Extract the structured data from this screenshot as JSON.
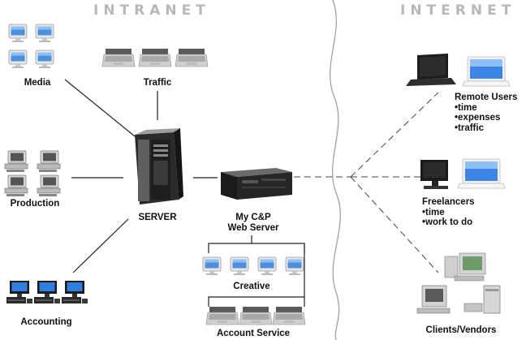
{
  "headers": {
    "intranet": "INTRANET",
    "internet": "INTERNET"
  },
  "nodes": {
    "media": "Media",
    "traffic": "Traffic",
    "production": "Production",
    "server": "SERVER",
    "accounting": "Accounting",
    "web_server": {
      "line1": "My C&P",
      "line2": "Web Server"
    },
    "creative": "Creative",
    "account_service": "Account Service",
    "remote_users": {
      "title": "Remote Users",
      "items": [
        "time",
        "expenses",
        "traffic"
      ]
    },
    "freelancers": {
      "title": "Freelancers",
      "items": [
        "time",
        "work to do"
      ]
    },
    "clients_vendors": "Clients/Vendors"
  }
}
